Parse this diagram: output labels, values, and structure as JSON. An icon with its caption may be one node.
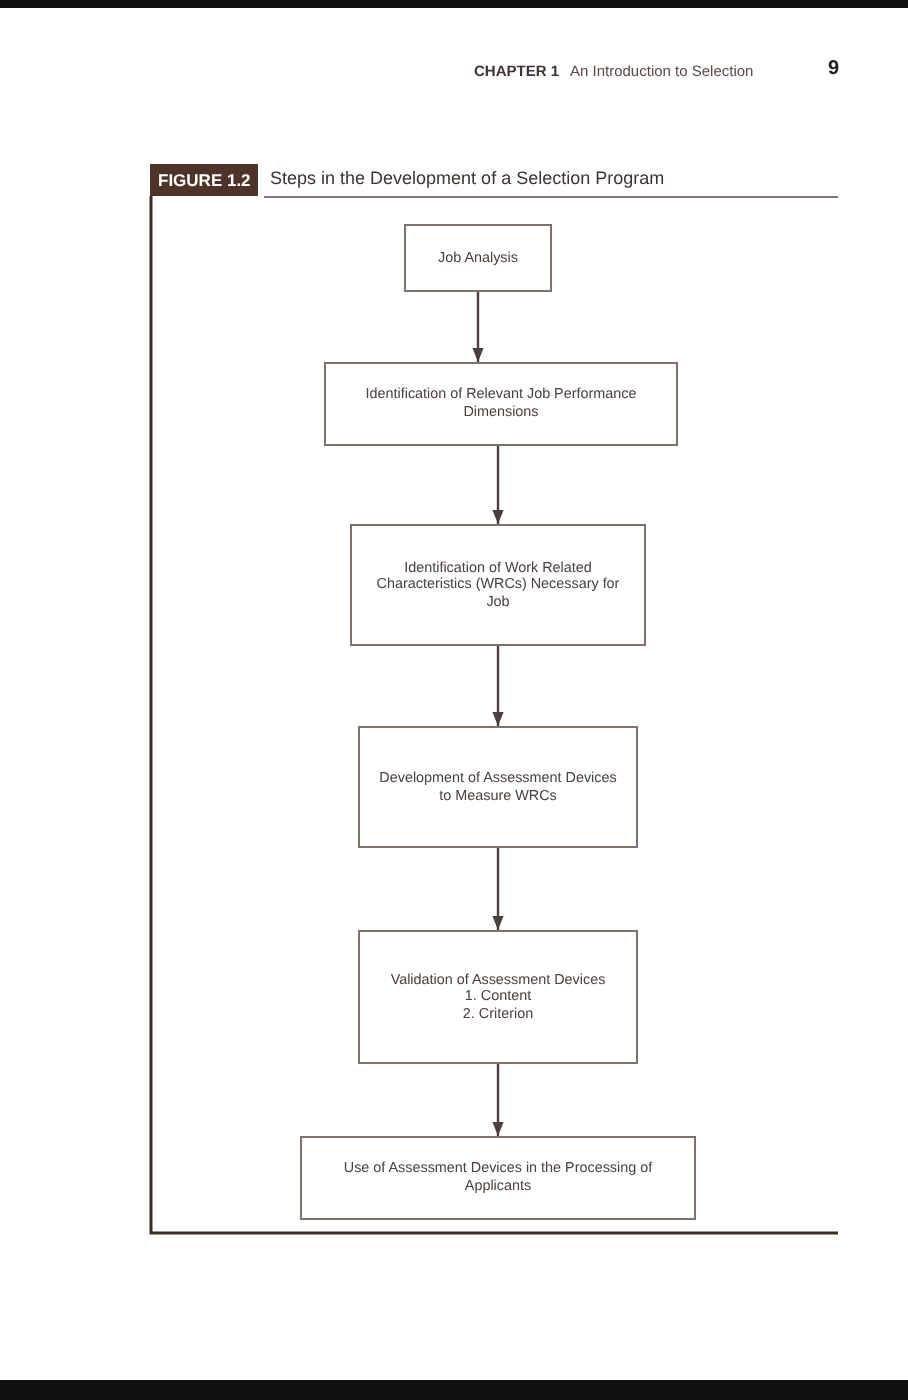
{
  "diagram": {
    "title": "Steps in the Development of a Selection Program",
    "nodes": [
      {
        "text": [
          "Job Analysis"
        ]
      },
      {
        "text": [
          "Identification of Relevant Job Performance Dimensions"
        ]
      },
      {
        "text": [
          "Identification of Work Related Characteristics (WRCs) Necessary for Job"
        ]
      },
      {
        "text": [
          "Development of Assessment Devices to Measure WRCs"
        ]
      },
      {
        "text": [
          "Validation of Assessment Devices",
          "1. Content",
          "2. Criterion"
        ]
      },
      {
        "text": [
          "Use of Assessment Devices in the Processing of Applicants"
        ]
      }
    ],
    "edges": [
      {
        "from": 0,
        "to": 1,
        "arrow": "to"
      },
      {
        "from": 1,
        "to": 2,
        "arrow": "to"
      },
      {
        "from": 2,
        "to": 3,
        "arrow": "to"
      },
      {
        "from": 3,
        "to": 4,
        "arrow": "to"
      },
      {
        "from": 4,
        "to": 5,
        "arrow": "to"
      }
    ],
    "labels": [
      "CHAPTER 1",
      "An Introduction to Selection",
      "9",
      "FIGURE 1.2"
    ]
  }
}
